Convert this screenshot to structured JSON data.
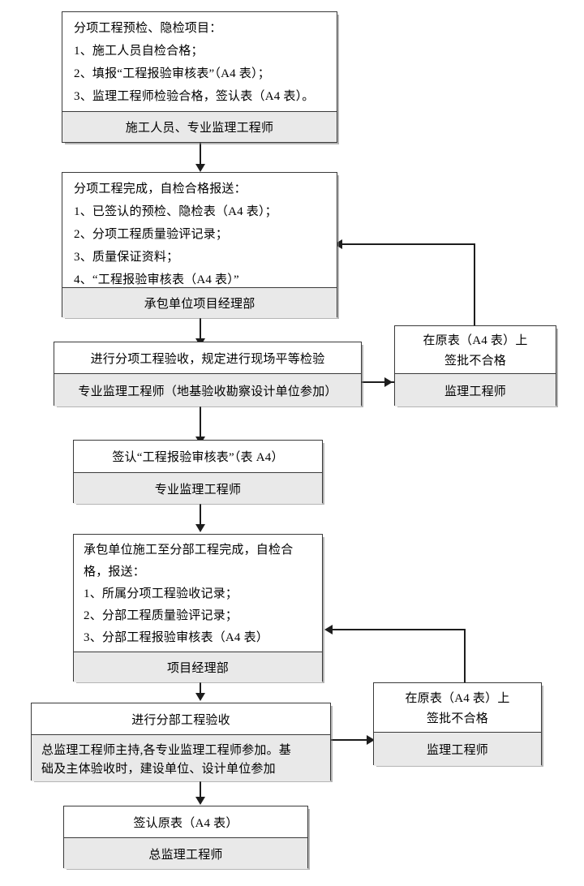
{
  "chart_data": {
    "type": "diagram",
    "title": "分项/分部工程报验与验收流程图",
    "nodes": [
      {
        "id": "n1",
        "body_lines": [
          "分项工程预检、隐检项目：",
          "1、施工人员自检合格；",
          "2、填报“工程报验审核表”（A4 表）；",
          "3、监理工程师检验合格，签认表（A4 表）。"
        ],
        "actor": "施工人员、专业监理工程师"
      },
      {
        "id": "n2",
        "body_lines": [
          "分项工程完成，自检合格报送：",
          "1、已签认的预检、隐检表（A4 表）；",
          "2、分项工程质量验评记录；",
          "3、质量保证资料；",
          "4、“工程报验审核表（A4 表）”"
        ],
        "actor": "承包单位项目经理部"
      },
      {
        "id": "n3",
        "body_lines": [
          "进行分项工程验收，规定进行现场平等检验"
        ],
        "actor": "专业监理工程师（地基验收勘察设计单位参加）"
      },
      {
        "id": "n4",
        "body_lines": [
          "签认“工程报验审核表”（表 A4）"
        ],
        "actor": "专业监理工程师"
      },
      {
        "id": "n5",
        "body_lines": [
          "承包单位施工至分部工程完成，自检合",
          "格，报送：",
          "1、所属分项工程验收记录；",
          "2、分部工程质量验评记录；",
          "3、分部工程报验审核表（A4 表）"
        ],
        "actor": "项目经理部"
      },
      {
        "id": "n6",
        "body_lines": [
          "进行分部工程验收"
        ],
        "actor_lines": [
          "总监理工程师主持,各专业监理工程师参加。基",
          "础及主体验收时，建设单位、设计单位参加"
        ]
      },
      {
        "id": "n7",
        "body_lines": [
          "签认原表（A4 表）"
        ],
        "actor": "总监理工程师"
      },
      {
        "id": "r1",
        "body_lines": [
          "在原表（A4 表）上",
          "签批不合格"
        ],
        "actor": "监理工程师"
      },
      {
        "id": "r2",
        "body_lines": [
          "在原表（A4 表）上",
          "签批不合格"
        ],
        "actor": "监理工程师"
      }
    ],
    "edges": [
      {
        "from": "n1",
        "to": "n2",
        "label": ""
      },
      {
        "from": "n2",
        "to": "n3",
        "label": ""
      },
      {
        "from": "n3",
        "to": "r1",
        "label": ""
      },
      {
        "from": "r1",
        "to": "n2",
        "label": ""
      },
      {
        "from": "n3",
        "to": "n4",
        "label": ""
      },
      {
        "from": "n4",
        "to": "n5",
        "label": ""
      },
      {
        "from": "n5",
        "to": "n6",
        "label": ""
      },
      {
        "from": "n6",
        "to": "r2",
        "label": ""
      },
      {
        "from": "r2",
        "to": "n5",
        "label": ""
      },
      {
        "from": "n6",
        "to": "n7",
        "label": ""
      }
    ],
    "colors": {
      "border": "#3a3a3a",
      "actor_fill": "#e9e9e9",
      "body_fill": "#ffffff",
      "connector": "#1d1d1d",
      "background": "#ffffff"
    }
  }
}
